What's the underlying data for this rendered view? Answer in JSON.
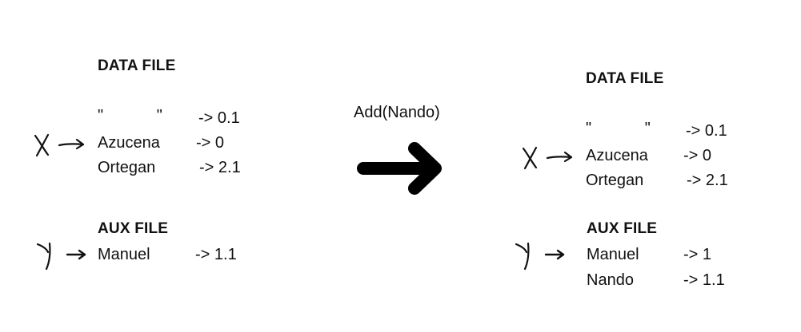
{
  "left": {
    "data_file": {
      "title": "DATA FILE",
      "rows": [
        {
          "name": "\"            \"",
          "value": "-> 0.1"
        },
        {
          "name": "Azucena",
          "value": "-> 0"
        },
        {
          "name": "Ortegan",
          "value": "-> 2.1"
        }
      ]
    },
    "aux_file": {
      "title": "AUX FILE",
      "rows": [
        {
          "name": "Manuel",
          "value": "-> 1.1"
        }
      ]
    }
  },
  "operation": {
    "label": "Add(Nando)"
  },
  "right": {
    "data_file": {
      "title": "DATA FILE",
      "rows": [
        {
          "name": "\"            \"",
          "value": "-> 0.1"
        },
        {
          "name": "Azucena",
          "value": "-> 0"
        },
        {
          "name": "Ortegan",
          "value": "-> 2.1"
        }
      ]
    },
    "aux_file": {
      "title": "AUX FILE",
      "rows": [
        {
          "name": "Manuel",
          "value": "-> 1"
        },
        {
          "name": "Nando",
          "value": "-> 1.1"
        }
      ]
    }
  },
  "colors": {
    "ink": "#111111",
    "background": "#ffffff"
  }
}
